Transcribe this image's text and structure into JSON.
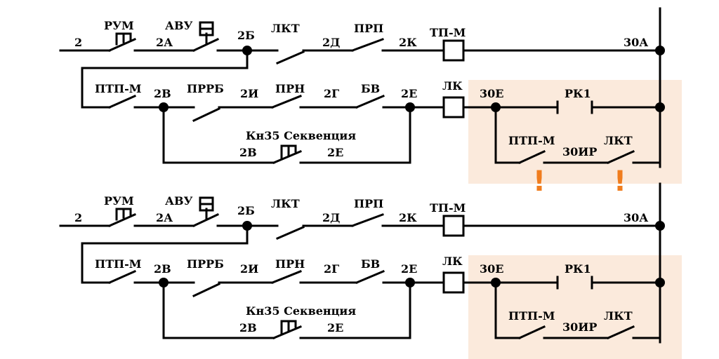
{
  "colors": {
    "highlight": "#fbeadc",
    "warning": "#f07d1e",
    "line": "#000000"
  },
  "panels": [
    {
      "labels": {
        "n2": "2",
        "rum": "РУМ",
        "n2a": "2А",
        "avu": "АВУ",
        "n2b": "2Б",
        "lkt_top": "ЛКТ",
        "n2d": "2Д",
        "prp": "ПРП",
        "n2k": "2К",
        "tpm": "ТП-М",
        "n30a": "30А",
        "ptpm_left": "ПТП-М",
        "n2v": "2В",
        "prrb": "ПРРБ",
        "n2i": "2И",
        "prn": "ПРН",
        "n2g": "2Г",
        "bv": "БВ",
        "n2e": "2Е",
        "lk": "ЛК",
        "n30e": "30Е",
        "rk1": "РК1",
        "kn35": "Кн35 Секвенция",
        "n2v_lower": "2В",
        "n2e_lower": "2Е",
        "ptpm_right": "ПТП-М",
        "n30ir": "30ИР",
        "lkt_right": "ЛКТ"
      },
      "warnings": [
        "!",
        "!"
      ]
    },
    {
      "labels": {
        "n2": "2",
        "rum": "РУМ",
        "n2a": "2А",
        "avu": "АВУ",
        "n2b": "2Б",
        "lkt_top": "ЛКТ",
        "n2d": "2Д",
        "prp": "ПРП",
        "n2k": "2К",
        "tpm": "ТП-М",
        "n30a": "30А",
        "ptpm_left": "ПТП-М",
        "n2v": "2В",
        "prrb": "ПРРБ",
        "n2i": "2И",
        "prn": "ПРН",
        "n2g": "2Г",
        "bv": "БВ",
        "n2e": "2Е",
        "lk": "ЛК",
        "n30e": "30Е",
        "rk1": "РК1",
        "kn35": "Кн35 Секвенция",
        "n2v_lower": "2В",
        "n2e_lower": "2Е",
        "ptpm_right": "ПТП-М",
        "n30ir": "30ИР",
        "lkt_right": "ЛКТ"
      },
      "warnings": []
    }
  ]
}
